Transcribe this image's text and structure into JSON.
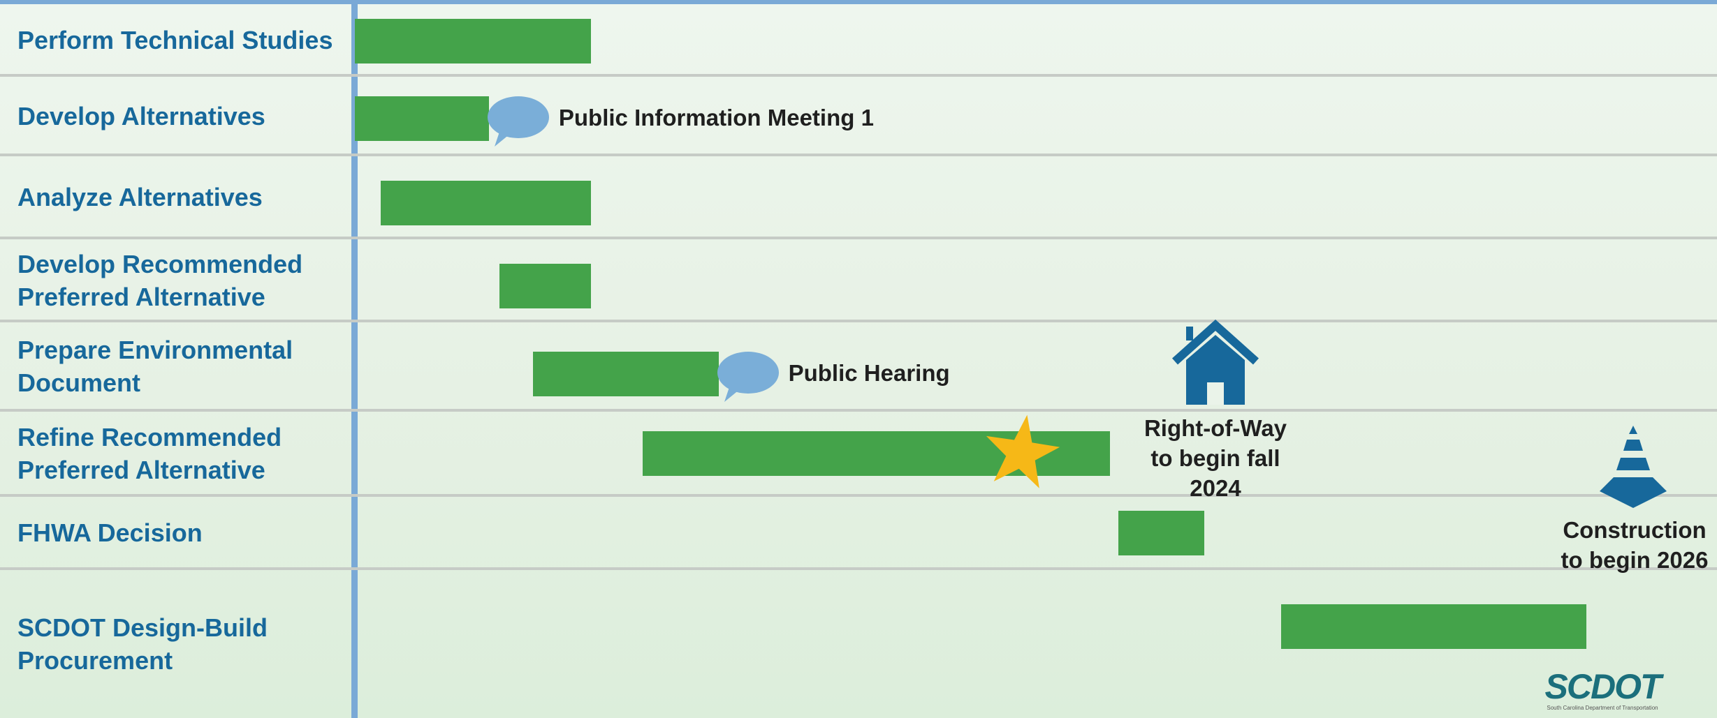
{
  "chart_data": {
    "type": "bar",
    "title": "",
    "xlabel": "",
    "ylabel": "",
    "tasks": [
      {
        "label": "Perform Technical Studies"
      },
      {
        "label": "Develop Alternatives"
      },
      {
        "label": "Analyze Alternatives"
      },
      {
        "label": "Develop Recommended\nPreferred Alternative"
      },
      {
        "label": "Prepare Environmental\nDocument"
      },
      {
        "label": "Refine Recommended\nPreferred Alternative"
      },
      {
        "label": "FHWA Decision"
      },
      {
        "label": "SCDOT Design-Build\nProcurement"
      }
    ],
    "bar_color": "#44a34a",
    "bar_spans": [
      {
        "task_index": 0,
        "start": 0.0,
        "end": 0.178
      },
      {
        "task_index": 1,
        "start": 0.0,
        "end": 0.101
      },
      {
        "task_index": 2,
        "start": 0.0195,
        "end": 0.178
      },
      {
        "task_index": 3,
        "start": 0.109,
        "end": 0.178
      },
      {
        "task_index": 4,
        "start": 0.134,
        "end": 0.274
      },
      {
        "task_index": 5,
        "start": 0.217,
        "end": 0.569
      },
      {
        "task_index": 6,
        "start": 0.5755,
        "end": 0.64
      },
      {
        "task_index": 7,
        "start": 0.698,
        "end": 0.928
      }
    ],
    "milestones": [
      {
        "type": "meeting",
        "text": "Public Information Meeting 1",
        "task_index": 1,
        "at": 0.101,
        "icon": "speech-bubble-icon",
        "color": "#7aaed8"
      },
      {
        "type": "meeting",
        "text": "Public Hearing",
        "task_index": 4,
        "at": 0.274,
        "icon": "speech-bubble-icon",
        "color": "#7aaed8"
      },
      {
        "type": "star",
        "task_index": 5,
        "at": 0.502,
        "icon": "star-icon",
        "color": "#f6b817"
      }
    ],
    "notes": [
      {
        "text": "Right-of-Way\nto begin fall\n2024",
        "icon": "house-icon",
        "color": "#17689b"
      },
      {
        "text": "Construction\nto begin 2026",
        "icon": "traffic-cone-icon",
        "color": "#17689b"
      }
    ]
  },
  "logo": {
    "text": "SCDOT",
    "subtitle": "South Carolina Department of Transportation",
    "color": "#1b6f7c"
  },
  "colors": {
    "label": "#17689b",
    "divider": "#7aa9d6",
    "row_line": "#c6cbc6"
  }
}
